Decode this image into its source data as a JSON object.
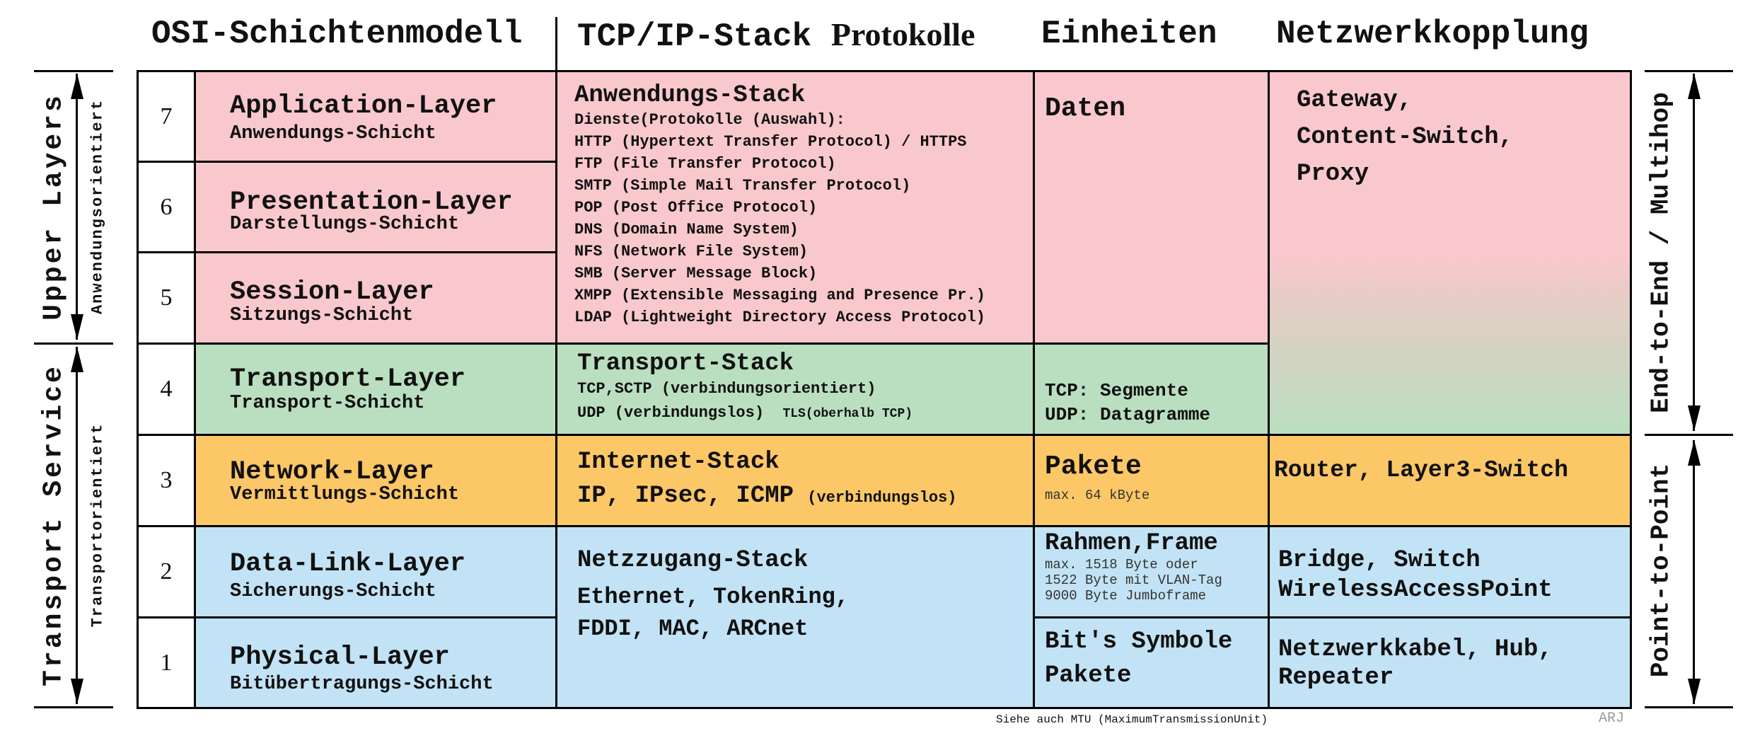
{
  "headers": {
    "osi": "OSI-Schichtenmodell",
    "tcpip": "TCP/IP-Stack",
    "protokolle": "Protokolle",
    "einheiten": "Einheiten",
    "kopplung": "Netzwerkkopplung"
  },
  "left": {
    "upper": "Upper Layers",
    "upper_sub": "Anwendungsorientiert",
    "transport": "Transport Service",
    "transport_sub": "Transportorientiert"
  },
  "right": {
    "e2e": "End-to-End / Multihop",
    "p2p": "Point-to-Point"
  },
  "layers": [
    {
      "num": "7",
      "title": "Application-Layer",
      "sub": "Anwendungs-Schicht"
    },
    {
      "num": "6",
      "title": "Presentation-Layer",
      "sub": "Darstellungs-Schicht"
    },
    {
      "num": "5",
      "title": "Session-Layer",
      "sub": "Sitzungs-Schicht"
    },
    {
      "num": "4",
      "title": "Transport-Layer",
      "sub": "Transport-Schicht"
    },
    {
      "num": "3",
      "title": "Network-Layer",
      "sub": "Vermittlungs-Schicht"
    },
    {
      "num": "2",
      "title": "Data-Link-Layer",
      "sub": "Sicherungs-Schicht"
    },
    {
      "num": "1",
      "title": "Physical-Layer",
      "sub": "Bitübertragungs-Schicht"
    }
  ],
  "stacks": {
    "app": {
      "title": "Anwendungs-Stack",
      "lines": [
        "Dienste(Protokolle (Auswahl):",
        "HTTP (Hypertext Transfer Protocol) / HTTPS",
        "FTP (File Transfer Protocol)",
        "SMTP (Simple Mail Transfer Protocol)",
        "POP (Post Office Protocol)",
        "DNS (Domain Name System)",
        "NFS (Network File System)",
        "SMB (Server Message Block)",
        "XMPP (Extensible Messaging and Presence Pr.)",
        "LDAP (Lightweight Directory Access Protocol)"
      ]
    },
    "transport": {
      "title": "Transport-Stack",
      "line1": "TCP,SCTP (verbindungsorientiert)",
      "line2": "UDP (verbindungslos)",
      "line2b": "TLS(oberhalb TCP)"
    },
    "internet": {
      "title": "Internet-Stack",
      "line1": "IP, IPsec, ICMP",
      "line1b": "(verbindungslos)"
    },
    "netz": {
      "title": "Netzzugang-Stack",
      "line1": "Ethernet, TokenRing,",
      "line2": "FDDI, MAC, ARCnet"
    }
  },
  "units": {
    "daten": "Daten",
    "tcp": "TCP: Segmente",
    "udp": "UDP: Datagramme",
    "pakete": "Pakete",
    "pakete_sub": "max. 64 kByte",
    "rahmen": "Rahmen,Frame",
    "rahmen_sub": [
      "max. 1518 Byte oder",
      "1522 Byte mit VLAN-Tag",
      "9000 Byte Jumboframe"
    ],
    "bits": "Bit's Symbole",
    "bits2": "Pakete"
  },
  "coupling": {
    "upper": [
      "Gateway,",
      "Content-Switch,",
      "Proxy"
    ],
    "l3": "Router, Layer3-Switch",
    "l2": [
      "Bridge, Switch",
      "WirelessAccessPoint"
    ],
    "l1": [
      "Netzwerkkabel, Hub,",
      "Repeater"
    ]
  },
  "footer": {
    "note": "Siehe auch MTU (MaximumTransmissionUnit)",
    "author": "ARJ"
  }
}
